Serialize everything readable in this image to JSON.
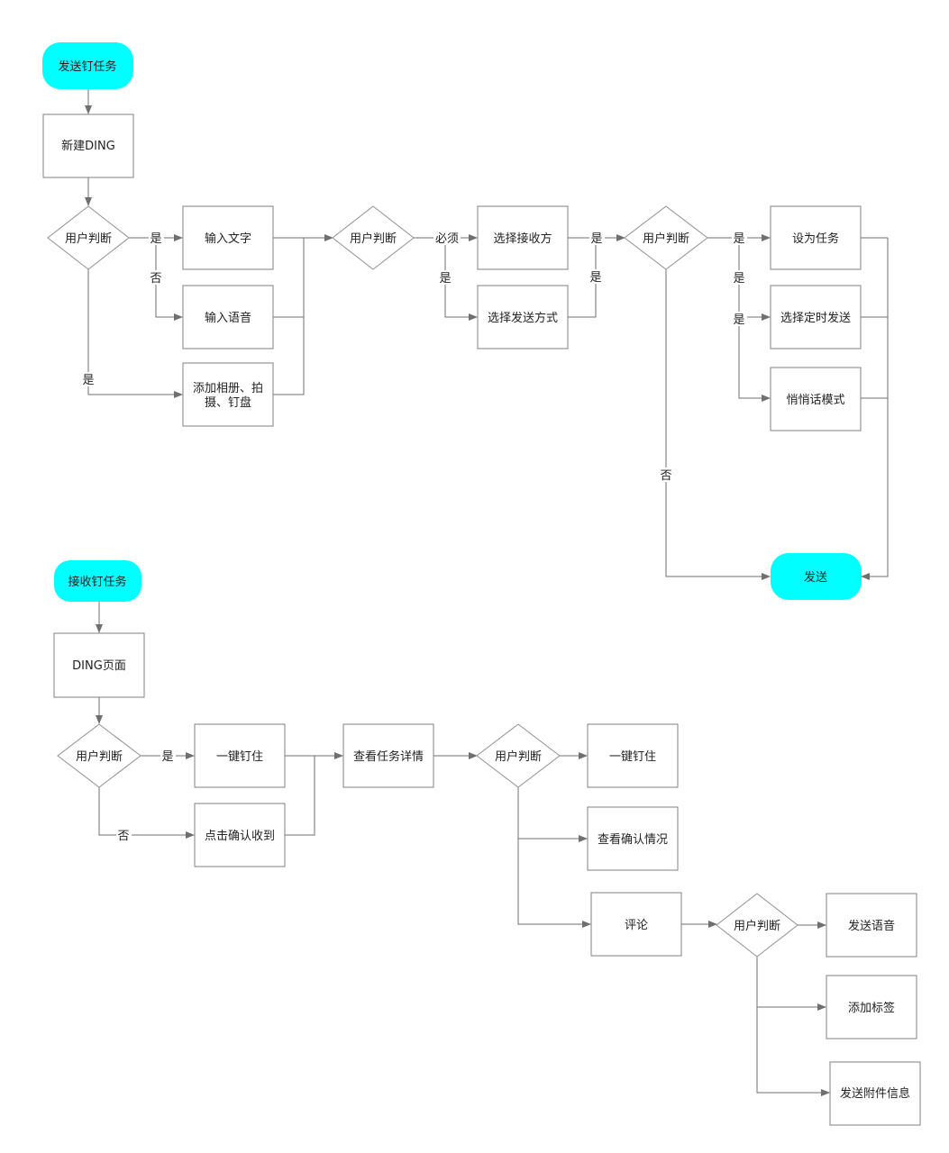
{
  "colors": {
    "terminal": "#00ffff",
    "line": "#6f6f6f",
    "border": "#808080"
  },
  "nodes": {
    "send_task": "发送钉任务",
    "new_ding": "新建DING",
    "judge_a": "用户判断",
    "input_text": "输入文字",
    "input_voice": "输入语音",
    "add_media_1": "添加相册、拍",
    "add_media_2": "摄、钉盘",
    "judge_b": "用户判断",
    "select_receiver": "选择接收方",
    "select_method": "选择发送方式",
    "judge_c": "用户判断",
    "set_task": "设为任务",
    "timed_send": "选择定时发送",
    "whisper_mode": "悄悄话模式",
    "send": "发送",
    "receive_task": "接收钉任务",
    "ding_page": "DING页面",
    "judge_d": "用户判断",
    "one_click_pin_a": "一键钉住",
    "confirm_receipt": "点击确认收到",
    "view_details": "查看任务详情",
    "judge_e": "用户判断",
    "one_click_pin_b": "一键钉住",
    "view_confirm": "查看确认情况",
    "comment": "评论",
    "judge_f": "用户判断",
    "send_voice": "发送语音",
    "add_tag": "添加标签",
    "send_attachment": "发送附件信息"
  },
  "edge_labels": {
    "a_yes_text": "是",
    "a_no_voice": "否",
    "a_yes_media": "是",
    "b_required": "必须",
    "b_yes_method": "是",
    "recv_yes": "是",
    "method_yes": "是",
    "c_yes_task": "是",
    "c_yes_timed": "是",
    "c_yes_whisper": "是",
    "c_no": "否",
    "d_yes": "是",
    "d_no": "否"
  }
}
